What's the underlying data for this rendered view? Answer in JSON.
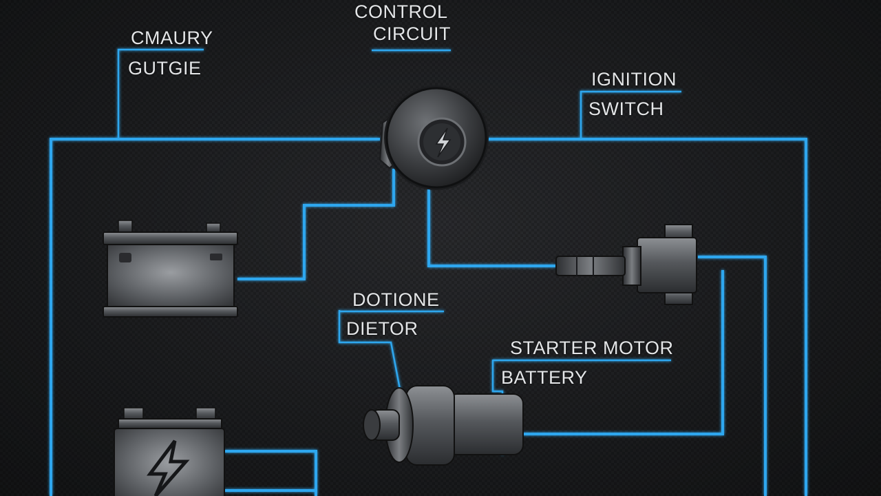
{
  "labels": {
    "top_left_line1": "CMAURY",
    "top_left_line2": "GUTGIE",
    "control_line1": "CONTROL",
    "control_line2": "CIRCUIT",
    "ignition_line1": "IGNITION",
    "ignition_line2": "SWITCH",
    "middle_line1": "DOTIONE",
    "middle_line2": "DIETOR",
    "starter_line1": "STARTER MOTOR",
    "starter_line2": "BATTERY"
  },
  "colors": {
    "wire": "#2ea7ef",
    "background": "#151618",
    "text": "#e4e6e8"
  },
  "icons": {
    "center_switch": "lightning-bolt-icon",
    "lower_battery": "lightning-bolt-icon"
  }
}
